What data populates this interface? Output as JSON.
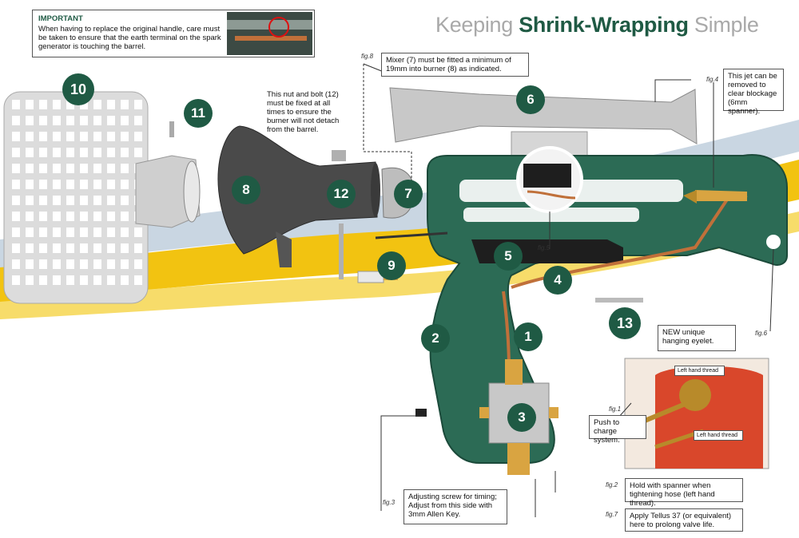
{
  "important": {
    "title": "IMPORTANT",
    "text": "When having to replace the original handle, care must be taken to ensure that the earth terminal on the spark generator is touching the barrel."
  },
  "title": {
    "pre": "Keeping ",
    "bold": "Shrink-Wrapping",
    "post": " Simple"
  },
  "parts": [
    "1",
    "2",
    "3",
    "4",
    "5",
    "6",
    "7",
    "8",
    "9",
    "10",
    "11",
    "12",
    "13"
  ],
  "callouts": {
    "fig8_label": "fig.8",
    "fig8_text": "Mixer (7) must be fitted a minimum of 19mm into burner (8) as indicated.",
    "nut_text": "This nut and bolt (12) must be fixed at all times to ensure the burner will not detach from the barrel.",
    "fig4_label": "fig.4",
    "fig4_text": "This jet can be removed to clear blockage (6mm spanner).",
    "fig5_label": "fig.5",
    "fig6_label": "fig.6",
    "fig6_text": "NEW unique hanging eyelet.",
    "fig1_label": "fig.1",
    "fig1_text": "Push to charge system.",
    "left_hand_thread_1": "Left hand thread",
    "left_hand_thread_2": "Left hand thread",
    "fig2_label": "fig.2",
    "fig2_text": "Hold with spanner when tightening hose (left hand thread).",
    "fig3_label": "fig.3",
    "fig3_text": "Adjusting screw for timing; Adjust from this side with 3mm Allen Key.",
    "fig7_label": "fig.7",
    "fig7_text": "Apply Tellus 37 (or equivalent) here to prolong valve life."
  },
  "colors": {
    "brand_green": "#1f5a44",
    "handle_green": "#2c6b55",
    "swoosh_yellow": "#f2c311",
    "swoosh_blue": "#a9c0d6",
    "title_grey": "#a9a9a9",
    "copper": "#c0703a",
    "burner_grey": "#4a4a4a",
    "cylinder_red": "#d9472b"
  }
}
